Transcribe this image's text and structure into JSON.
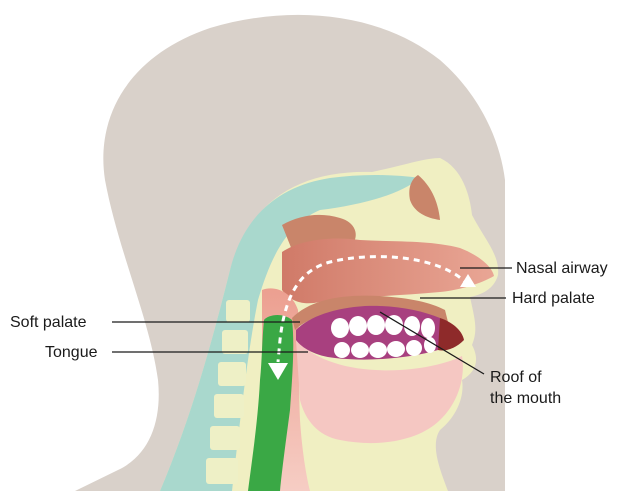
{
  "labels": {
    "nasal_airway": "Nasal airway",
    "hard_palate": "Hard palate",
    "soft_palate": "Soft palate",
    "tongue": "Tongue",
    "roof_line1": "Roof of",
    "roof_line2": "the mouth"
  },
  "colors": {
    "hair": "#d9d1ca",
    "skin": "#f0efc2",
    "spine_region": "#a9d8cd",
    "vertebra": "#eef0c6",
    "bone_brown": "#c9856a",
    "nasal_cavity": "#d98a78",
    "airway_green": "#3aa845",
    "mouth_purple": "#a8407f",
    "tongue_pink": "#f5c7c2",
    "teeth": "#ffffff",
    "leader_line": "#1a1a1a"
  }
}
